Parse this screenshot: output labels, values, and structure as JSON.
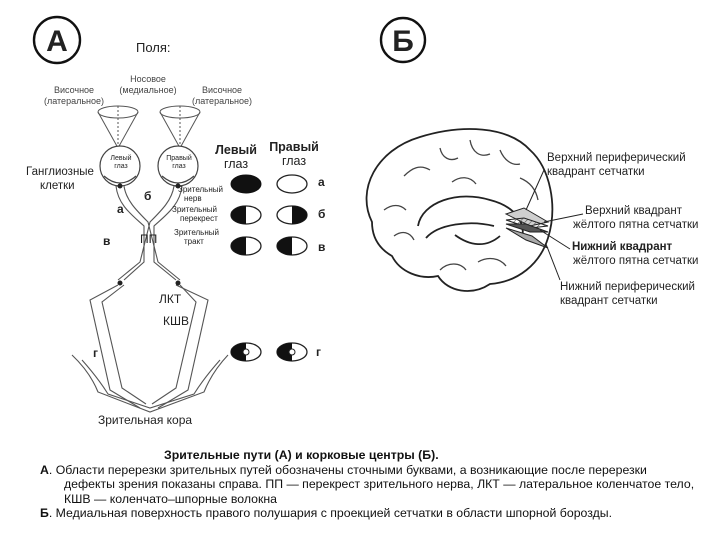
{
  "panel_a": {
    "letter": "А",
    "fields_title": "Поля:",
    "fields": {
      "temporal_left": [
        "Височное",
        "(латеральное)"
      ],
      "nasal": [
        "Носовое",
        "(медиальное)"
      ],
      "temporal_right": [
        "Височное",
        "(латеральное)"
      ]
    },
    "ganglion": [
      "Ганглиозные",
      "клетки"
    ],
    "left_eye_label": [
      "Левый",
      "глаз"
    ],
    "right_eye_label": [
      "Правый",
      "глаз"
    ],
    "eye_small_left": [
      "Левый",
      "глаз"
    ],
    "eye_small_right": [
      "Правый",
      "глаз"
    ],
    "optic_nerve": [
      "Зрительный",
      "нерв"
    ],
    "chiasm_word": [
      "Зрительный",
      "перекрест"
    ],
    "optic_tract": [
      "Зрительный",
      "тракт"
    ],
    "pp": "ПП",
    "lkt": "ЛКТ",
    "ksh": "КШВ",
    "cortex": "Зрительная кора",
    "letters": {
      "a": "а",
      "b": "б",
      "v": "в",
      "g": "г"
    }
  },
  "panel_b": {
    "letter": "Б",
    "labels": {
      "upper_peripheral": [
        "Верхний периферический",
        "квадрант сетчатки"
      ],
      "upper_macula": [
        "Верхний квадрант",
        "жёлтого пятна сетчатки"
      ],
      "lower_macula": [
        "Нижний квадрант",
        "жёлтого пятна сетчатки"
      ],
      "lower_peripheral": [
        "Нижний периферический",
        "квадрант сетчатки"
      ]
    }
  },
  "caption": {
    "title": "Зрительные пути (А) и корковые центры (Б).",
    "a_prefix": "А",
    "a_text": ". Области перерезки зрительных путей обозначены сточными буквами, а возникающие после перерезки дефекты зрения показаны справа. ПП — перекрест зрительного нерва, ЛКТ — латеральное коленчатое тело, КШВ — коленчато–шпорные волокна",
    "b_prefix": "Б",
    "b_text": ". Медиальная поверхность правого полушария с проекцией сетчатки в области шпорной борозды."
  }
}
